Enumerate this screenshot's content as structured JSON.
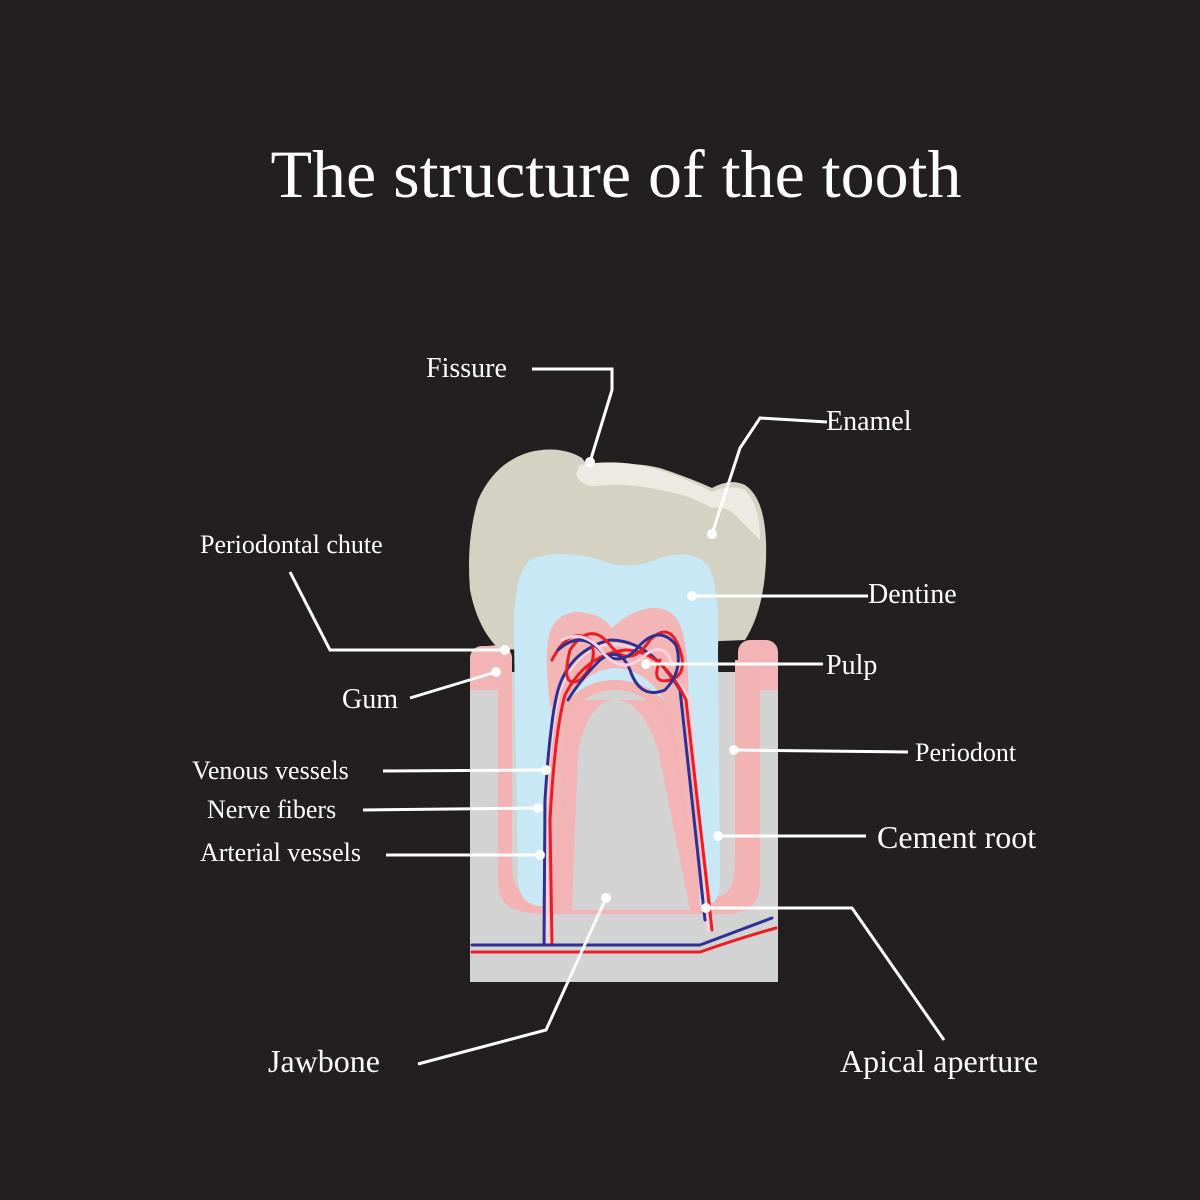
{
  "title": "The structure of the tooth",
  "labels": {
    "fissure": "Fissure",
    "enamel": "Enamel",
    "periodontal_chute": "Periodontal chute",
    "dentine": "Dentine",
    "pulp": "Pulp",
    "gum": "Gum",
    "periodont": "Periodont",
    "venous_vessels": "Venous vessels",
    "nerve_fibers": "Nerve fibers",
    "arterial_vessels": "Arterial vessels",
    "cement_root": "Cement root",
    "jawbone": "Jawbone",
    "apical_aperture": "Apical aperture"
  },
  "colors": {
    "background": "#231f20",
    "enamel": "#d4d2c3",
    "dentine": "#c9e8f5",
    "pulp": "#f3b6b6",
    "gum": "#f2b4b4",
    "bone": "#d3d3d4",
    "vein": "#2e3192",
    "artery": "#ed1c24",
    "nerve": "#ffd1dc",
    "leader": "#ffffff"
  }
}
